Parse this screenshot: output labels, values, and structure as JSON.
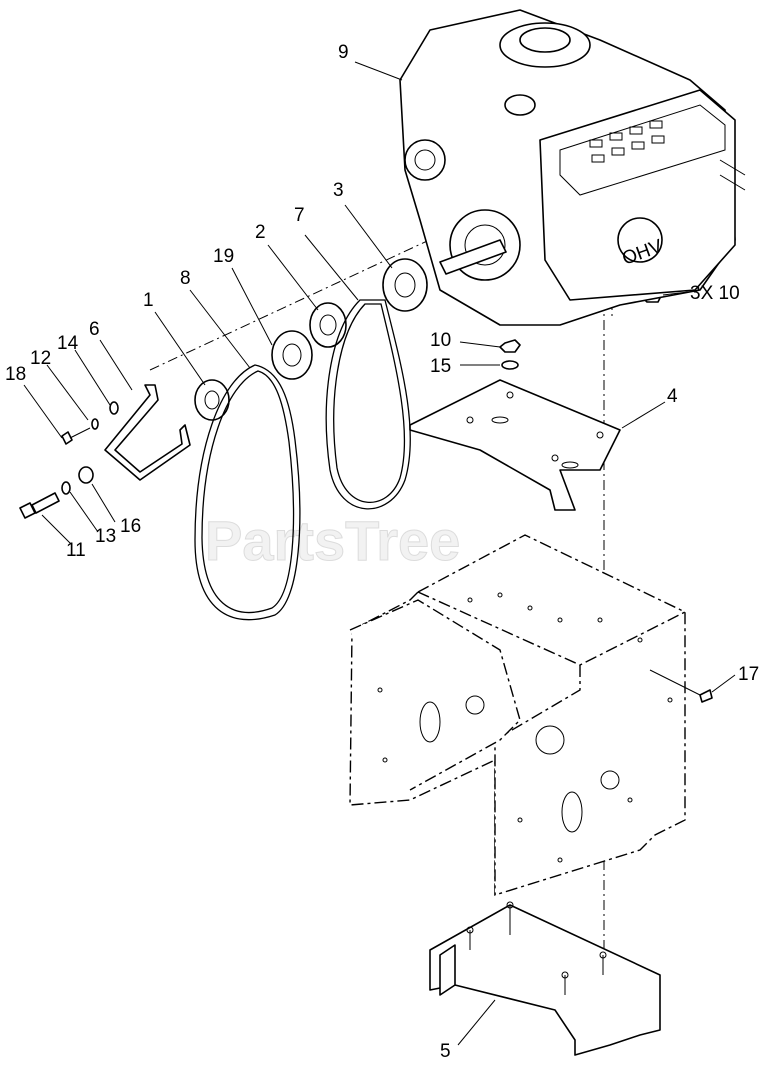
{
  "watermark": "PartsTree",
  "callouts": {
    "c9": "9",
    "c3": "3",
    "c7": "7",
    "c2": "2",
    "c19": "19",
    "c8": "8",
    "c1": "1",
    "c6": "6",
    "c14": "14",
    "c12": "12",
    "c18": "18",
    "c3x10": "3X 10",
    "c10": "10",
    "c15": "15",
    "c4": "4",
    "c16": "16",
    "c13": "13",
    "c11": "11",
    "c17": "17",
    "c5": "5"
  },
  "engine": {
    "decal": "OHV"
  }
}
